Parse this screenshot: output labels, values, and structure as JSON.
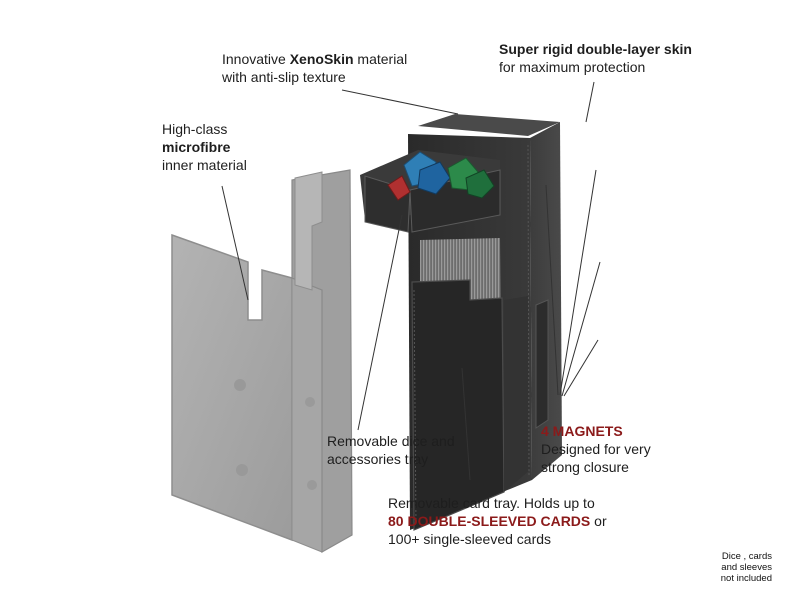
{
  "colors": {
    "accent": "#8b1a1a",
    "box_dark": "#2b2b2b",
    "felt_gray": "#a9a9a9",
    "text": "#1e1e1e"
  },
  "callouts": {
    "xenoskin": {
      "line1_pre": "Innovative ",
      "line1_bold": "XenoSkin",
      "line1_post": " material",
      "line2": "with anti-slip texture"
    },
    "rigid": {
      "line1": "Super rigid double-layer skin",
      "line2": "for maximum protection"
    },
    "microfibre": {
      "line1": "High-class",
      "line2": "microfibre",
      "line3": "inner material"
    },
    "dice_tray": {
      "line1": "Removable dice and",
      "line2": "accessories tray"
    },
    "magnets": {
      "line1": "4 MAGNETS",
      "line2": "Designed for very",
      "line3": "strong closure"
    },
    "card_tray": {
      "line1": "Removable card tray. Holds up to",
      "line2_accent": "80 DOUBLE-SLEEVED CARDS",
      "line2_post": " or",
      "line3": "100+ single-sleeved cards"
    },
    "disclaimer": {
      "line1": "Dice , cards",
      "line2": "and sleeves",
      "line3": "not included"
    }
  }
}
